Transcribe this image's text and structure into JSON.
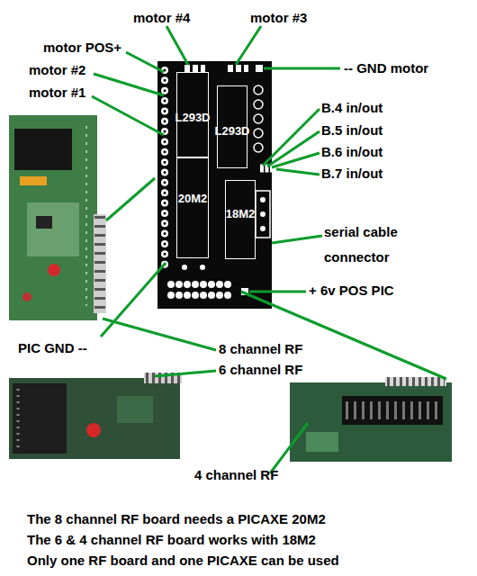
{
  "diagram": {
    "nodes": [
      {
        "text": [
          "L293D"
        ]
      },
      {
        "text": [
          "L293D"
        ]
      },
      {
        "text": [
          "20M2"
        ]
      },
      {
        "text": [
          "18M2"
        ]
      }
    ],
    "labels": [
      "motor #4",
      "motor #3",
      "motor POS+",
      "-- GND motor",
      "motor #2",
      "motor #1",
      "B.4 in/out",
      "B.5 in/out",
      "B.6 in/out",
      "B.7 in/out",
      "serial cable connector",
      "+ 6v POS PIC",
      "PIC GND --",
      "8 channel RF",
      "6 channel RF",
      "4 channel RF",
      "The 8 channel RF board needs a PICAXE 20M2",
      "The 6 & 4 channel RF board works with 18M2",
      "Only one RF board and one PICAXE can be used"
    ]
  }
}
